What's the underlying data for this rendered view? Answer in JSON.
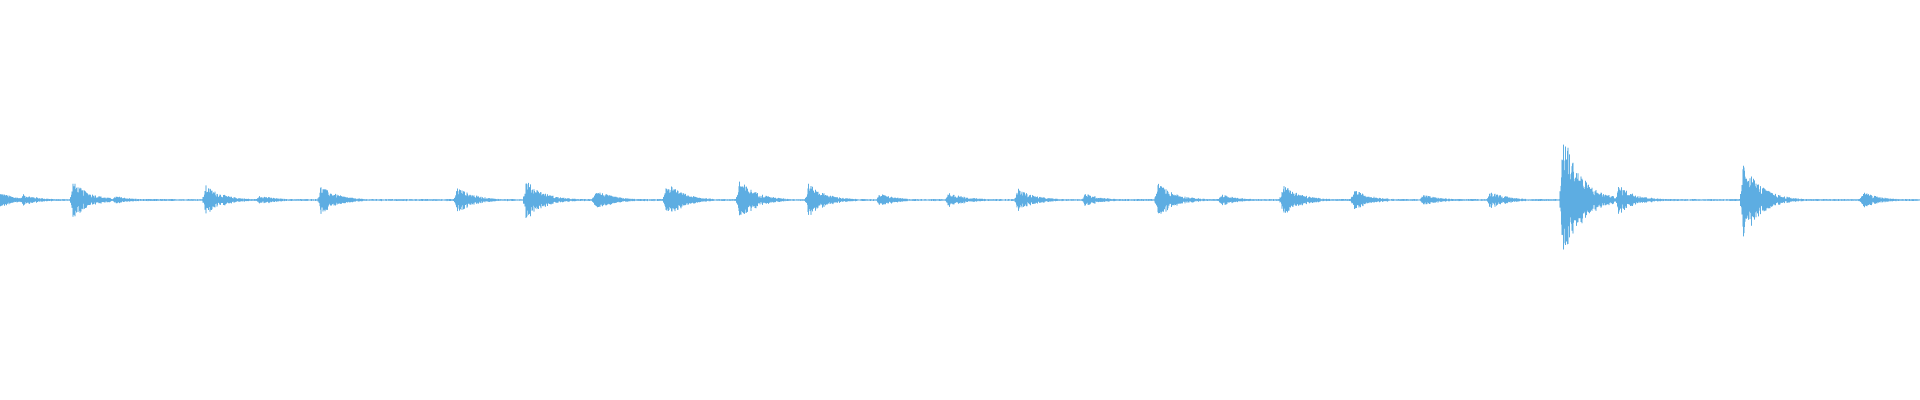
{
  "waveform": {
    "color": "#5dade2",
    "background": "#ffffff",
    "baseline_amplitude": 0.012,
    "bursts": [
      {
        "t": 0.0,
        "amp": 0.09
      },
      {
        "t": 0.012,
        "amp": 0.07
      },
      {
        "t": 0.038,
        "amp": 0.22
      },
      {
        "t": 0.06,
        "amp": 0.05
      },
      {
        "t": 0.107,
        "amp": 0.18
      },
      {
        "t": 0.135,
        "amp": 0.06
      },
      {
        "t": 0.167,
        "amp": 0.17
      },
      {
        "t": 0.238,
        "amp": 0.16
      },
      {
        "t": 0.274,
        "amp": 0.24
      },
      {
        "t": 0.31,
        "amp": 0.13
      },
      {
        "t": 0.347,
        "amp": 0.22
      },
      {
        "t": 0.385,
        "amp": 0.25
      },
      {
        "t": 0.421,
        "amp": 0.2
      },
      {
        "t": 0.458,
        "amp": 0.08
      },
      {
        "t": 0.494,
        "amp": 0.1
      },
      {
        "t": 0.53,
        "amp": 0.14
      },
      {
        "t": 0.565,
        "amp": 0.08
      },
      {
        "t": 0.603,
        "amp": 0.21
      },
      {
        "t": 0.636,
        "amp": 0.07
      },
      {
        "t": 0.668,
        "amp": 0.2
      },
      {
        "t": 0.705,
        "amp": 0.13
      },
      {
        "t": 0.741,
        "amp": 0.07
      },
      {
        "t": 0.776,
        "amp": 0.11
      },
      {
        "t": 0.814,
        "amp": 0.85
      },
      {
        "t": 0.843,
        "amp": 0.18
      },
      {
        "t": 0.908,
        "amp": 0.47
      },
      {
        "t": 0.97,
        "amp": 0.1
      }
    ]
  }
}
